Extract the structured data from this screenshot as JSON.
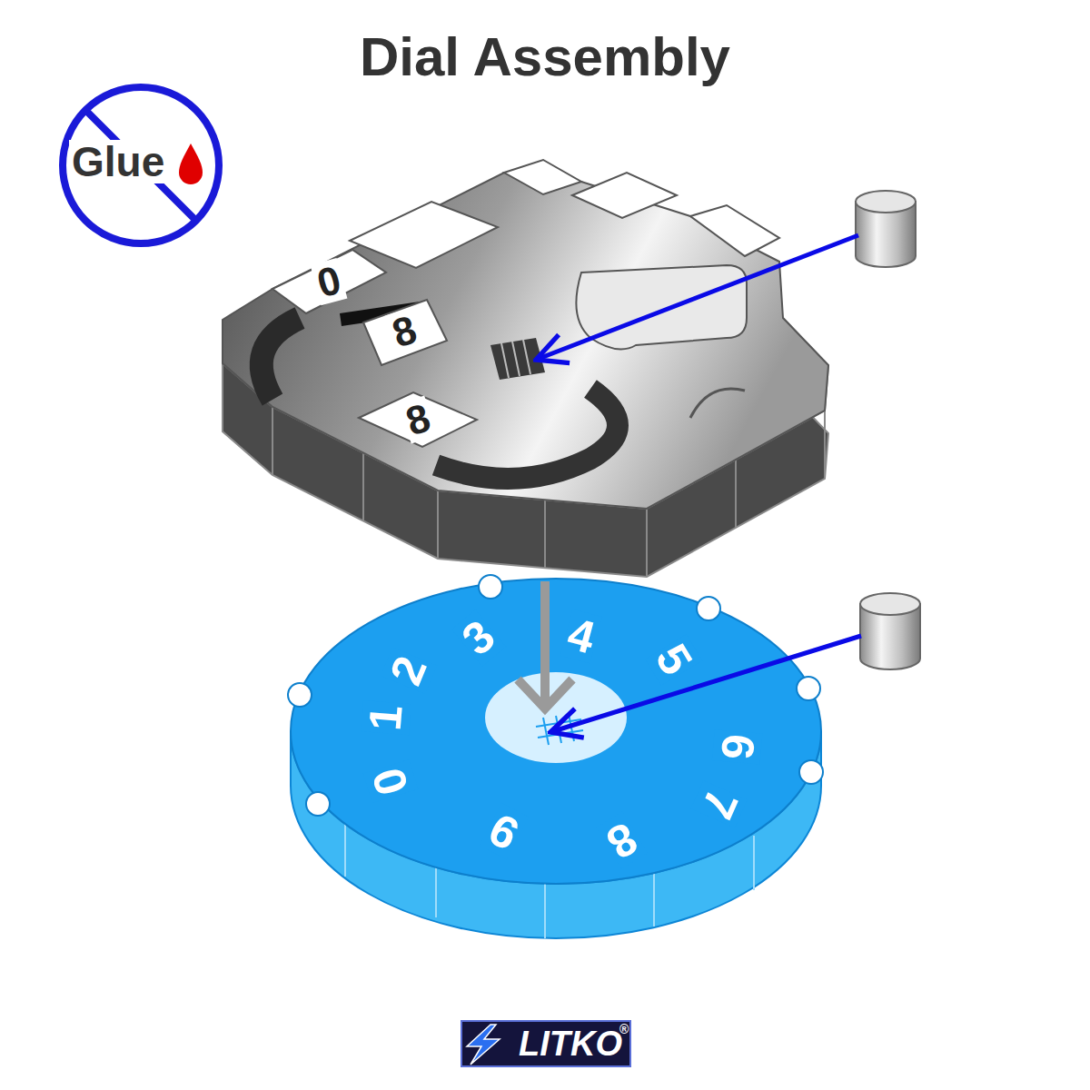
{
  "diagram": {
    "title": "Dial Assembly",
    "nodes": [
      {
        "text": [
          "Glue"
        ]
      },
      {
        "text": [
          "0",
          "8",
          "8"
        ]
      },
      {
        "text": [
          "0",
          "1",
          "2",
          "3",
          "4",
          "5",
          "6",
          "7",
          "8",
          "9"
        ]
      }
    ],
    "edges": [
      {
        "from": 1,
        "to": 2,
        "arrow": "to"
      }
    ],
    "labels": [
      "LITKO",
      "®"
    ]
  }
}
